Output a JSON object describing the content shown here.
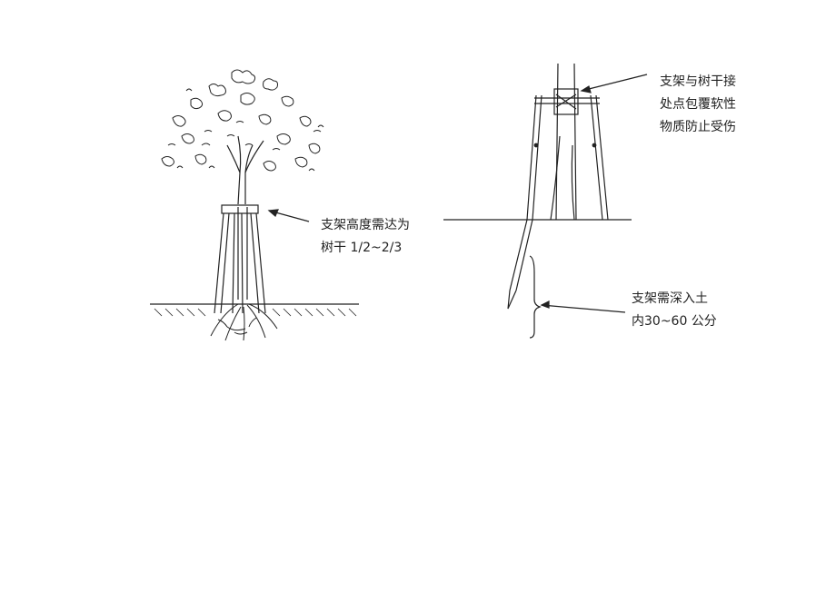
{
  "labels": {
    "support_height_line1": "支架高度需达为",
    "support_height_line2": "树干 1/2~2/3",
    "contact_wrap_line1": "支架与树干接",
    "contact_wrap_line2": "处点包覆软性",
    "contact_wrap_line3": "物质防止受伤",
    "depth_line1": "支架需深入土",
    "depth_line2": "内30~60 公分"
  },
  "colors": {
    "ink": "#222222",
    "background": "#ffffff"
  }
}
